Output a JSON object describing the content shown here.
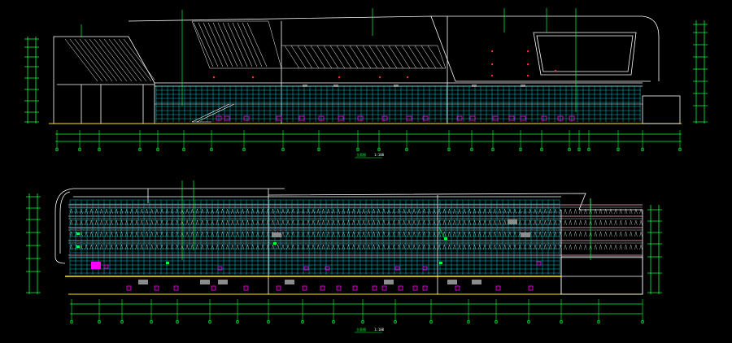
{
  "colors": {
    "background": "#000000",
    "outline": "#ffffff",
    "curtain_wall": "#00d8e8",
    "dimension": "#00ff3c",
    "accent": "#ff2a2a",
    "magenta": "#ff00ff",
    "yellow": "#ffea00",
    "gray": "#8c8c8c"
  },
  "drawings": [
    {
      "title_label": "立面图",
      "scale_label": "1:100"
    },
    {
      "title_label": "立面图",
      "scale_label": "1:100"
    }
  ]
}
